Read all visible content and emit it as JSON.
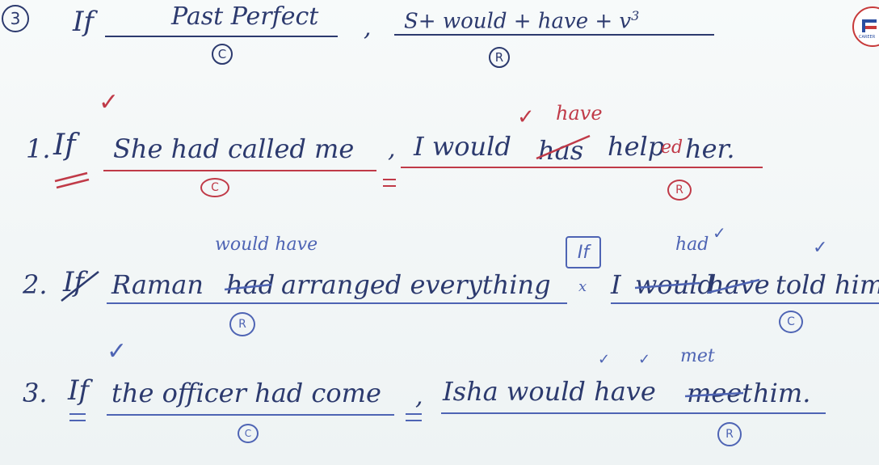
{
  "heading": {
    "number": "3",
    "if_word": "If",
    "condition_formula": "Past Perfect",
    "condition_tag": "C",
    "comma": ",",
    "result_formula": "S+ would + have + v",
    "result_superscript": "3",
    "result_tag": "R"
  },
  "sentences": [
    {
      "number": "1.",
      "if_word": "If",
      "clause_a": "She had called me",
      "clause_a_tag": "C",
      "separator": ",",
      "subject_b": "I would",
      "struck_word": "has",
      "correction": "have",
      "rest_b_verb": "help",
      "added_suffix": "ed",
      "rest_b_end": "her.",
      "clause_b_tag": "R"
    },
    {
      "number": "2.",
      "struck_if": "If",
      "subject_a": "Raman",
      "struck_had": "had",
      "correction_a": "would have",
      "rest_a": "arranged everything",
      "separator": "x",
      "boxed_if": "If",
      "subject_b": "I",
      "struck_would": "would",
      "struck_have": "have",
      "correction_b": "had",
      "rest_b": "told him",
      "clause_a_tag": "R",
      "clause_b_tag": "C"
    },
    {
      "number": "3.",
      "if_word": "If",
      "clause_a": "the officer had come",
      "clause_a_tag": "C",
      "separator": ",",
      "subject_b": "Isha would have",
      "struck_word": "meet",
      "correction": "met",
      "rest_b": "him.",
      "clause_b_tag": "R"
    }
  ],
  "tick_mark": "✓",
  "logo": {
    "text": "CAREER"
  },
  "colors": {
    "ink_black": "#2c3a6e",
    "ink_red": "#c03a48",
    "ink_blue": "#4e64b4",
    "board": "#f4f7f7"
  }
}
